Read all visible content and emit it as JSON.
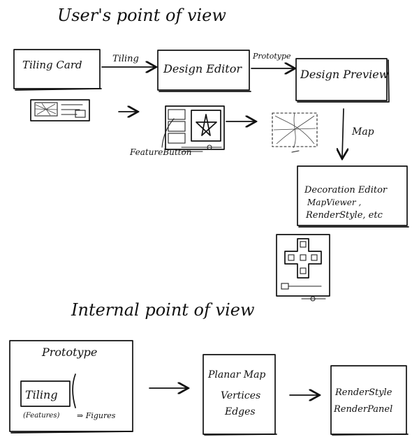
{
  "sections": {
    "user_view_title": "User's point of view",
    "internal_view_title": "Internal point of view"
  },
  "user_view": {
    "boxes": {
      "tiling_card": "Tiling Card",
      "design_editor": "Design Editor",
      "design_preview": "Design Preview",
      "decoration_editor_line1": "Decoration Editor",
      "decoration_editor_line2": "MapViewer ,",
      "decoration_editor_line3": "RenderStyle, etc"
    },
    "arrows": {
      "tiling": "Tiling",
      "prototype": "Prototype",
      "map": "Map"
    },
    "annotations": {
      "feature_button": "FeatureButton"
    }
  },
  "internal_view": {
    "boxes": {
      "prototype_title": "Prototype",
      "tiling": "Tiling",
      "planar_map": "Planar Map",
      "vertices": "Vertices",
      "edges": "Edges",
      "render_style": "RenderStyle",
      "render_panel": "RenderPanel"
    },
    "annotations": {
      "features": "(Features)",
      "figures": "⇒ Figures"
    }
  }
}
